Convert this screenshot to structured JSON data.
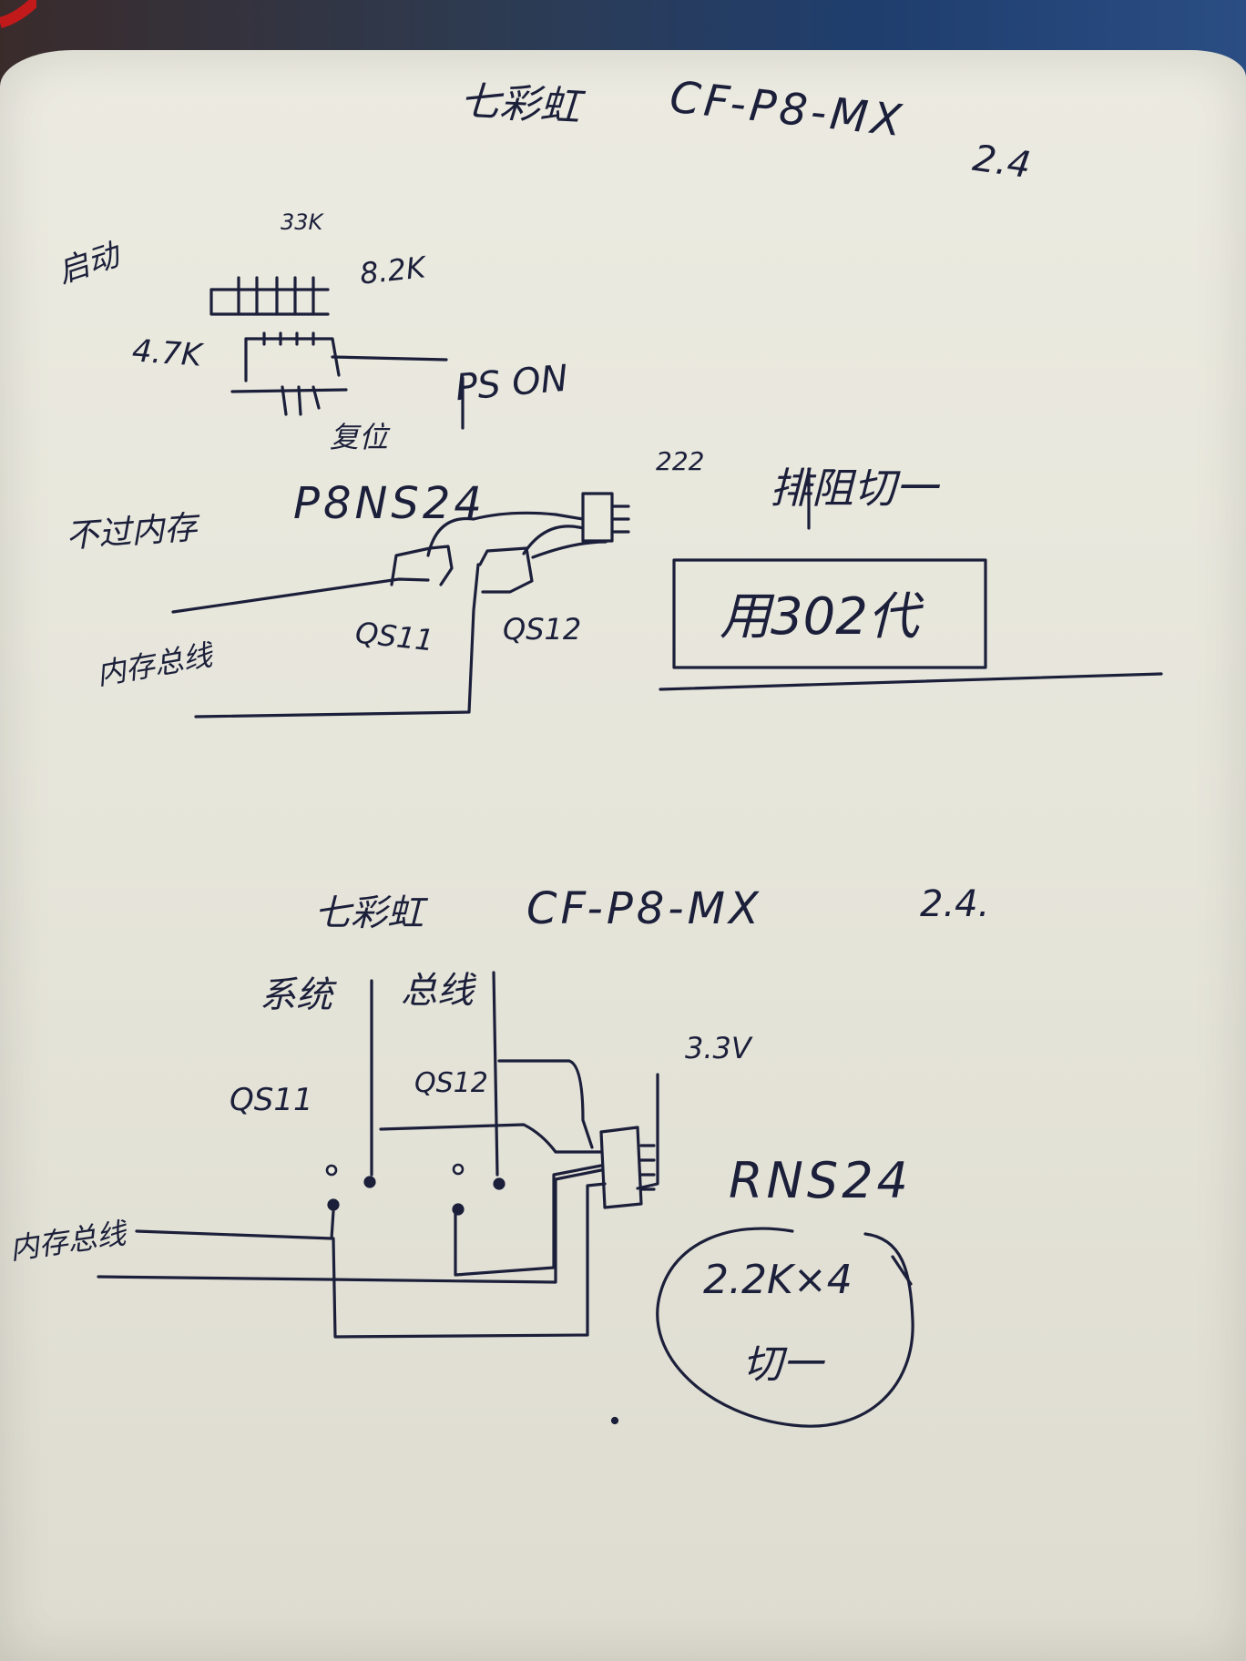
{
  "header": {
    "brand": "七彩虹",
    "model": "CF-P8-MX",
    "version": "2.4"
  },
  "top_circuit": {
    "start_label": "启动",
    "r33k": "33K",
    "r82k": "8.2K",
    "r47k": "4.7K",
    "ps_on": "PS ON",
    "reset": "复位",
    "not_pass_mem": "不过内存",
    "chip": "P8NS24",
    "r222": "222",
    "network_resistor": "排阻切一",
    "replace_note": "用302代",
    "qs11": "QS11",
    "qs12": "QS12",
    "mem_bus": "内存总线"
  },
  "bottom_circuit": {
    "brand": "七彩虹",
    "model": "CF-P8-MX",
    "version": "2.4.",
    "system": "系统",
    "bus": "总线",
    "qs11": "QS11",
    "qs12": "QS12",
    "v33": "3.3V",
    "chip": "RNS24",
    "mem_bus": "内存总线",
    "resistor_value": "2.2K×4",
    "cut": "切一"
  }
}
